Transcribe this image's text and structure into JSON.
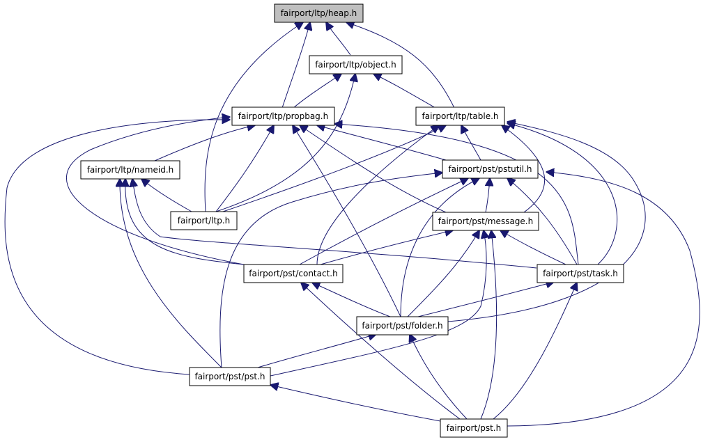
{
  "nodes": {
    "heap": "fairport/ltp/heap.h",
    "object": "fairport/ltp/object.h",
    "propbag": "fairport/ltp/propbag.h",
    "table": "fairport/ltp/table.h",
    "nameid": "fairport/ltp/nameid.h",
    "pstutil": "fairport/pst/pstutil.h",
    "ltp": "fairport/ltp.h",
    "message": "fairport/pst/message.h",
    "contact": "fairport/pst/contact.h",
    "task": "fairport/pst/task.h",
    "folder": "fairport/pst/folder.h",
    "pst_pst": "fairport/pst/pst.h",
    "pst": "fairport/pst.h"
  },
  "root_node": "heap",
  "colors": {
    "edge": "#191970",
    "root_fill": "#bfbfbf",
    "node_fill": "#ffffff",
    "node_border": "#000000"
  },
  "edges": [
    [
      "object",
      "heap"
    ],
    [
      "propbag",
      "heap"
    ],
    [
      "table",
      "heap"
    ],
    [
      "ltp",
      "heap"
    ],
    [
      "propbag",
      "object"
    ],
    [
      "table",
      "object"
    ],
    [
      "ltp",
      "object"
    ],
    [
      "nameid",
      "propbag"
    ],
    [
      "pstutil",
      "propbag"
    ],
    [
      "ltp",
      "propbag"
    ],
    [
      "message",
      "propbag"
    ],
    [
      "folder",
      "propbag"
    ],
    [
      "task",
      "propbag"
    ],
    [
      "contact",
      "propbag"
    ],
    [
      "pst_pst",
      "propbag"
    ],
    [
      "pstutil",
      "table"
    ],
    [
      "ltp",
      "table"
    ],
    [
      "message",
      "table"
    ],
    [
      "contact",
      "table"
    ],
    [
      "task",
      "table"
    ],
    [
      "folder",
      "table"
    ],
    [
      "ltp",
      "nameid"
    ],
    [
      "contact",
      "nameid"
    ],
    [
      "task",
      "nameid"
    ],
    [
      "pst_pst",
      "nameid"
    ],
    [
      "message",
      "pstutil"
    ],
    [
      "contact",
      "pstutil"
    ],
    [
      "task",
      "pstutil"
    ],
    [
      "folder",
      "pstutil"
    ],
    [
      "pst_pst",
      "pstutil"
    ],
    [
      "pst",
      "pstutil"
    ],
    [
      "contact",
      "message"
    ],
    [
      "task",
      "message"
    ],
    [
      "folder",
      "message"
    ],
    [
      "pst_pst",
      "message"
    ],
    [
      "pst",
      "message"
    ],
    [
      "folder",
      "contact"
    ],
    [
      "pst",
      "contact"
    ],
    [
      "folder",
      "task"
    ],
    [
      "pst",
      "task"
    ],
    [
      "pst_pst",
      "folder"
    ],
    [
      "pst",
      "folder"
    ],
    [
      "pst",
      "pst_pst"
    ]
  ]
}
